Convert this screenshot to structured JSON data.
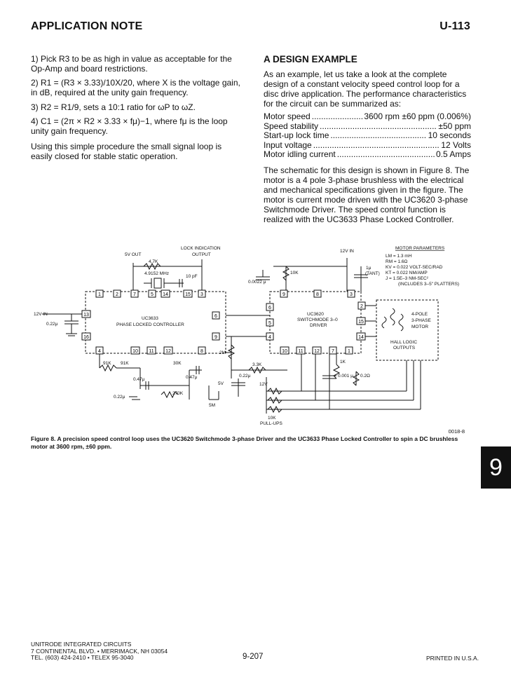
{
  "header": {
    "title": "APPLICATION NOTE",
    "code": "U-113"
  },
  "left_list": [
    "1) Pick R3 to be as high in value as acceptable for the Op-Amp and board restrictions.",
    "2) R1 = (R3 × 3.33)/10X/20, where X is the voltage gain, in dB, required at the unity gain frequency.",
    "3) R2 = R1/9, sets a 10:1 ratio for ωP to ωZ.",
    "4) C1 = (2π × R2 × 3.33 × fμ)−1, where fμ is the loop unity gain frequency."
  ],
  "left_para": "Using this simple procedure the small signal loop is easily closed for stable static operation.",
  "design": {
    "heading": "A DESIGN EXAMPLE",
    "intro": "As an example, let us take a look at the complete design of a constant velocity speed control loop for a disc drive application. The performance characteristics for the circuit can be summarized as:",
    "specs": [
      {
        "label": "Motor speed",
        "value": "3600 rpm ±60 ppm (0.006%)"
      },
      {
        "label": "Speed stability",
        "value": "±50 ppm"
      },
      {
        "label": "Start-up lock time",
        "value": "10 seconds"
      },
      {
        "label": "Input voltage",
        "value": "12 Volts"
      },
      {
        "label": "Motor idling current",
        "value": "0.5 Amps"
      }
    ],
    "para2": "The schematic for this design is shown in Figure 8. The motor is a 4 pole 3-phase brushless with the electrical and mechanical specifications given in the figure. The motor is current mode driven with the UC3620 3-phase Switchmode Driver. The speed control function is realized with the UC3633 Phase Locked Controller."
  },
  "schematic": {
    "lock_indication": "LOCK INDICATION",
    "output": "OUTPUT",
    "v5_out": "5V OUT",
    "r_4k7": "4.7K",
    "crystal": "4.9152 MHz",
    "c_10pf": "10 pF",
    "v12_in": "12V IN",
    "r_10k": "10K",
    "c_1u": "1μ",
    "tant": "(TANT)",
    "c_0022": "0.0022 μ",
    "motor_params_title": "MOTOR PARAMETERS",
    "motor_params": [
      "LM = 1.3 mH",
      "RM = 1.6Ω",
      "KV = 0.022 VOLT-SEC/RAD",
      "KT = 0.022 NM/AMP",
      "J = 1.5E–3 NM-SEC²",
      "(INCLUDES 3–5\" PLATTERS)"
    ],
    "v12_in_left": "12V IN",
    "c_022_left": "0.22μ",
    "uc3633": "UC3633",
    "plc": "PHASE LOCKED CONTROLLER",
    "uc3620": "UC3620",
    "switchmode": "SWITCHMODE 3–0",
    "driver": "DRIVER",
    "motor_label": [
      "4-POLE",
      "3-PHASE",
      "MOTOR"
    ],
    "hall": [
      "HALL LOGIC",
      "OUTPUTS"
    ],
    "r_2m": "2M",
    "r_91k_a": "91K",
    "r_91k_b": "91K",
    "r_30k": "30K",
    "c_047_a": "0.47μ",
    "c_047_b": "0.47μ",
    "r_270k": "270K",
    "c_022_b": "0.22μ",
    "v5": "5V",
    "r_5m": "5M",
    "r_3k3": "3.3K",
    "c_022_c": "0.22μ",
    "v12": "12V",
    "r_1k": "1K",
    "c_0001": "0.001 μ",
    "r_02": "0.2Ω",
    "pullups": [
      "10K",
      "PULL-UPS"
    ],
    "pins_3633_top": [
      "1",
      "2",
      "7",
      "5",
      "14",
      "15",
      "3"
    ],
    "pins_3633_bottom": [
      "4",
      "10",
      "11",
      "12",
      "8"
    ],
    "pins_3633_side": [
      "13",
      "16",
      "6",
      "9"
    ],
    "pins_3620_top": [
      "9",
      "8",
      "3"
    ],
    "pins_3620_left": [
      "6",
      "5",
      "4"
    ],
    "pins_3620_right": [
      "2",
      "15",
      "14"
    ],
    "pins_3620_bottom": [
      "10",
      "11",
      "12",
      "7",
      "1"
    ]
  },
  "figure_code": "0018-8",
  "caption": "Figure 8. A precision speed control loop uses the UC3620 Switchmode 3-phase Driver and the UC3633 Phase Locked Controller to spin a DC brushless motor at 3600 rpm, ±60 ppm.",
  "section_tab": "9",
  "footer": {
    "company": [
      "UNITRODE INTEGRATED CIRCUITS",
      "7 CONTINENTAL BLVD. • MERRIMACK, NH 03054",
      "TEL. (603) 424-2410 • TELEX 95-3040"
    ],
    "page": "9-207",
    "printed": "PRINTED IN U.S.A."
  }
}
